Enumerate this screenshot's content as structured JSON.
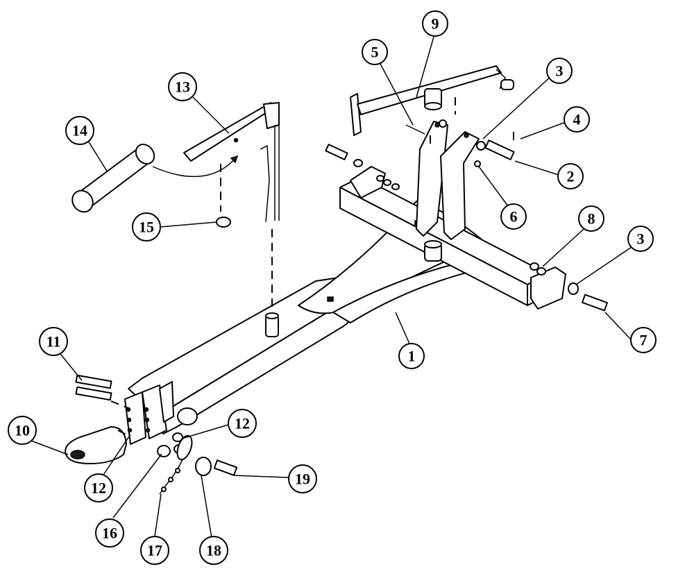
{
  "diagram": {
    "callouts": [
      "1",
      "2",
      "3",
      "3",
      "4",
      "5",
      "6",
      "7",
      "8",
      "9",
      "10",
      "11",
      "12",
      "12",
      "13",
      "14",
      "15",
      "16",
      "17",
      "18",
      "19"
    ]
  },
  "colors": {
    "line": "#000000",
    "background": "#ffffff"
  }
}
